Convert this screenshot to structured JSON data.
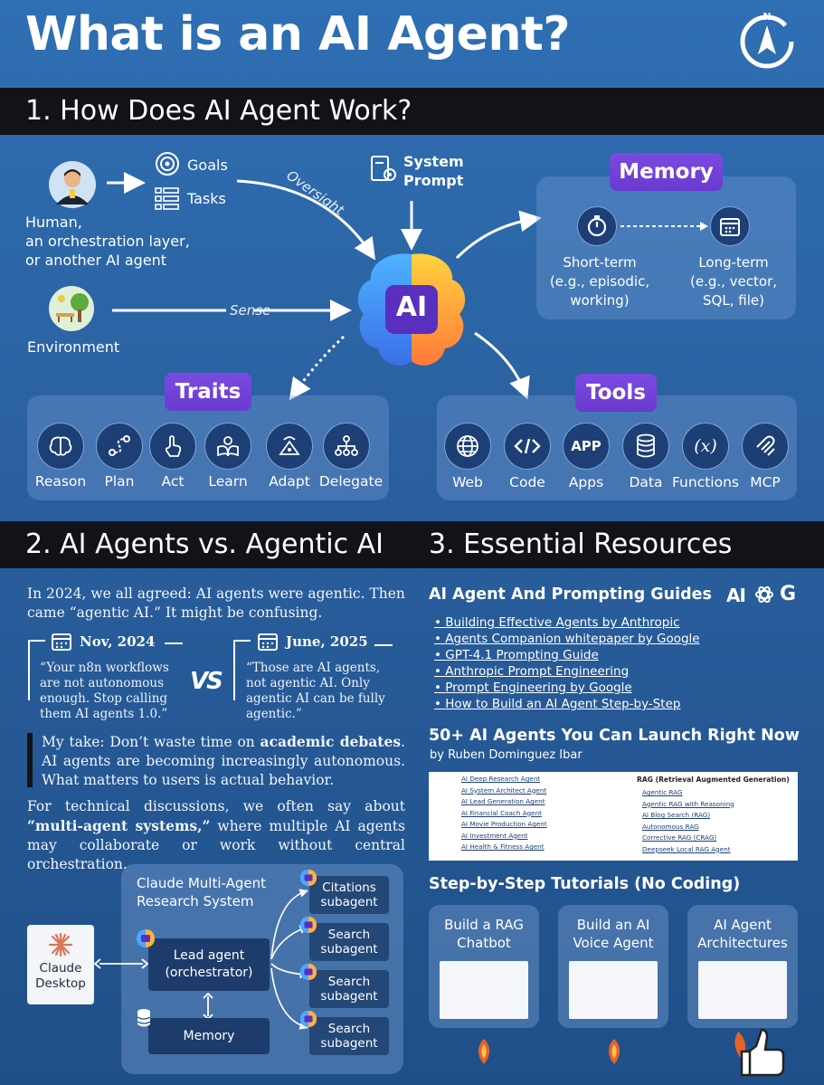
{
  "title": "What is an AI Agent?",
  "section1": {
    "header": "1. How Does AI Agent Work?",
    "goals": "Goals",
    "tasks": "Tasks",
    "human_label": "Human,\nan orchestration layer,\nor another AI agent",
    "environment": "Environment",
    "oversight": "Oversight",
    "sense": "Sense",
    "system_prompt": "System\nPrompt",
    "ai": "AI",
    "memory": {
      "title": "Memory",
      "short": "Short-term\n(e.g., episodic,\nworking)",
      "long": "Long-term\n(e.g., vector,\nSQL, file)"
    },
    "traits": {
      "title": "Traits",
      "items": [
        "Reason",
        "Plan",
        "Act",
        "Learn",
        "Adapt",
        "Delegate"
      ]
    },
    "tools": {
      "title": "Tools",
      "items": [
        "Web",
        "Code",
        "Apps",
        "Data",
        "Functions",
        "MCP"
      ],
      "app_icon": "APP"
    }
  },
  "section2": {
    "header": "2. AI Agents vs. Agentic AI",
    "intro": "In 2024, we all agreed: AI agents were agentic. Then came “agentic AI.” It might be confusing.",
    "date1": "Nov, 2024",
    "quote1": "“Your n8n workflows are not autonomous enough. Stop calling them AI agents 1.0.”",
    "vs": "VS",
    "date2": "June, 2025",
    "quote2": "“Those are AI agents, not agentic AI. Only agentic AI can be fully agentic.”",
    "take_pre": "My take: Don’t waste time on ",
    "take_bold": "academic debates",
    "take_post": ". AI agents are becoming increasingly autonomous. What matters to users is actual behavior.",
    "tech_pre": "For technical discussions, we often say about ",
    "tech_bold": "“multi-agent systems,”",
    "tech_post": " where multiple AI agents may collaborate or work without central orchestration.",
    "diagram": {
      "title": "Claude Multi-Agent\nResearch System",
      "desktop": "Claude\nDesktop",
      "lead": "Lead agent\n(orchestrator)",
      "memory": "Memory",
      "citations": "Citations\nsubagent",
      "search": "Search\nsubagent"
    }
  },
  "section3": {
    "header": "3. Essential Resources",
    "guides_title": "AI Agent And Prompting Guides",
    "logos_text": "AI",
    "logo_g": "G",
    "links": [
      "Building Effective Agents by Anthropic",
      "Agents Companion whitepaper by Google",
      "GPT-4.1 Prompting Guide",
      "Anthropic Prompt Engineering",
      "Prompt Engineering by Google",
      "How to Build an AI Agent Step-by-Step"
    ],
    "agents_title": "50+ AI Agents You Can Launch Right Now",
    "agents_author": "by Ruben Dominguez Ibar",
    "list_left": [
      "AI Deep Research Agent",
      "AI System Architect Agent",
      "AI Lead Generation Agent",
      "AI Financial Coach Agent",
      "AI Movie Production Agent",
      "AI Investment Agent",
      "AI Health & Fitness Agent"
    ],
    "rag_title": "RAG (Retrieval Augmented Generation)",
    "list_right": [
      "Agentic RAG",
      "Agentic RAG with Reasoning",
      "AI Blog Search (RAG)",
      "Autonomous RAG",
      "Corrective RAG (CRAG)",
      "Deepseek Local RAG Agent"
    ],
    "tutorials_title": "Step-by-Step Tutorials (No Coding)",
    "tutorials": [
      "Build a RAG\nChatbot",
      "Build an AI\nVoice Agent",
      "AI Agent\nArchitectures"
    ]
  },
  "colors": {
    "accent_purple": "#6f3fd8",
    "bg_blue": "#2f6fb3",
    "bar_black": "#111318"
  }
}
